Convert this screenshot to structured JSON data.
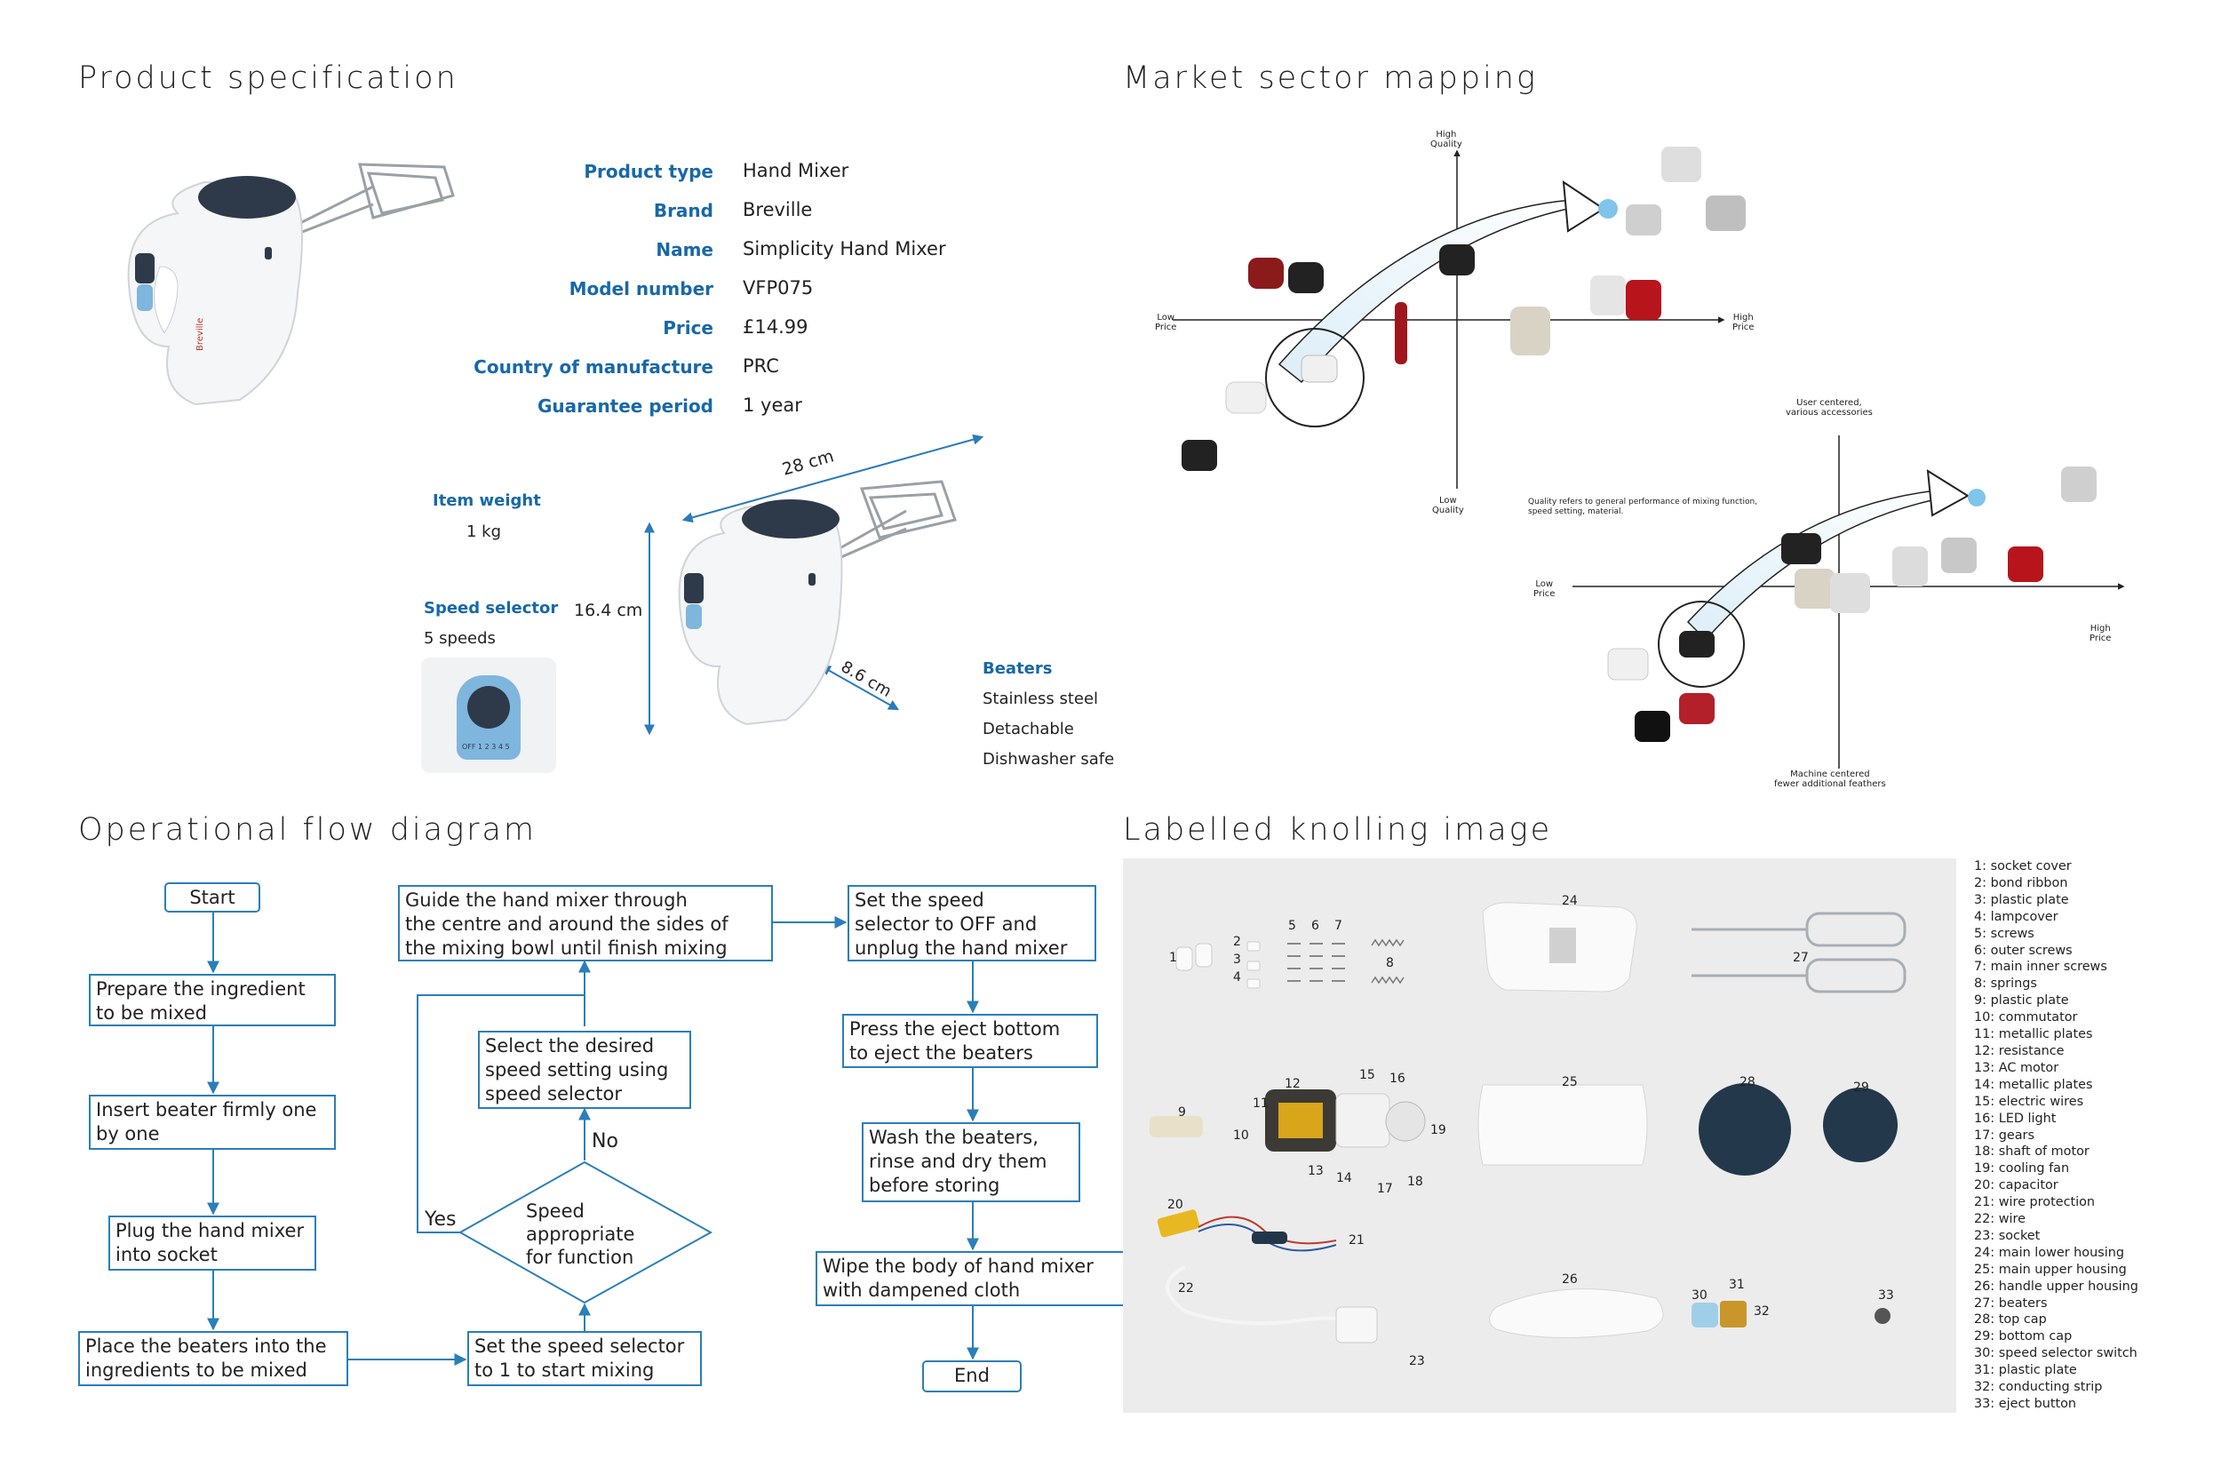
{
  "sections": {
    "product_spec": "Product specification",
    "market": "Market sector mapping",
    "flow": "Operational flow diagram",
    "knolling": "Labelled knolling image"
  },
  "spec": [
    {
      "label": "Product type",
      "value": "Hand Mixer"
    },
    {
      "label": "Brand",
      "value": "Breville"
    },
    {
      "label": "Name",
      "value": "Simplicity Hand Mixer"
    },
    {
      "label": "Model number",
      "value": "VFP075"
    },
    {
      "label": "Price",
      "value": "£14.99"
    },
    {
      "label": "Country of manufacture",
      "value": "PRC"
    },
    {
      "label": "Guarantee period",
      "value": "1 year"
    }
  ],
  "dimensions": {
    "length": "28 cm",
    "height": "16.4 cm",
    "depth": "8.6 cm"
  },
  "item_weight": {
    "label": "Item weight",
    "value": "1  kg"
  },
  "speed_selector": {
    "label": "Speed selector",
    "value": "5 speeds",
    "dial_text": "OFF 1 2 3 4 5"
  },
  "beaters": {
    "label": "Beaters",
    "items": [
      "Stainless steel",
      "Detachable",
      "Dishwasher safe"
    ]
  },
  "brand_mark": "Breville",
  "flow": {
    "start": "Start",
    "end": "End",
    "steps": [
      "Prepare the ingredient\nto be mixed",
      "Insert beater firmly one\n by one",
      "Plug the hand mixer\n into socket",
      "Place the beaters into the\n ingredients to be mixed",
      "Set the speed selector\n to 1 to start mixing",
      "Select the desired\nspeed setting using\nspeed selector",
      "Guide the hand mixer through\nthe centre and around the sides of\nthe mixing bowl until finish mixing",
      "Set the speed\nselector to OFF and\nunplug the hand mixer",
      "Press the eject bottom\n to eject the beaters",
      "Wash the beaters,\n rinse and dry them\nbefore storing",
      "Wipe the body of hand mixer\nwith dampened cloth"
    ],
    "decision": "Speed\nappropriate\nfor function",
    "yes": "Yes",
    "no": "No"
  },
  "market_map": {
    "top_axis": {
      "high": "High\nQuality",
      "low": "Low\nQuality",
      "left": "Low\nPrice",
      "right": "High\nPrice"
    },
    "bottom_axis": {
      "top": "User centered,\nvarious accessories",
      "bottom": "Machine centered\nfewer additional feathers",
      "left": "Low\nPrice",
      "right": "High\nPrice"
    },
    "note": "Quality refers to general performance of mixing function,\nspeed setting, material."
  },
  "knolling": {
    "numbers": [
      "1",
      "2",
      "3",
      "4",
      "5",
      "6",
      "7",
      "8",
      "9",
      "10",
      "11",
      "12",
      "13",
      "14",
      "15",
      "16",
      "17",
      "18",
      "19",
      "20",
      "21",
      "22",
      "23",
      "24",
      "25",
      "26",
      "27",
      "28",
      "29",
      "30",
      "31",
      "32",
      "33"
    ],
    "legend": [
      "1: socket cover",
      "2: bond ribbon",
      "3: plastic plate",
      "4: lampcover",
      "5: screws",
      "6: outer screws",
      "7: main inner screws",
      "8: springs",
      "9: plastic plate",
      "10: commutator",
      "11: metallic plates",
      "12: resistance",
      "13: AC motor",
      "14: metallic plates",
      "15: electric wires",
      "16: LED light",
      "17: gears",
      "18: shaft of motor",
      "19: cooling fan",
      "20: capacitor",
      "21: wire protection",
      "22: wire",
      "23: socket",
      "24: main lower housing",
      "25: main upper housing",
      "26: handle upper housing",
      "27: beaters",
      "28: top cap",
      "29: bottom cap",
      "30: speed selector switch",
      "31: plastic plate",
      "32: conducting strip",
      "33: eject button"
    ]
  },
  "colors": {
    "accent": "#1868a8",
    "flow_border": "#2a7fb8",
    "dimension": "#2b7bb9",
    "mixer_cap": "#2e3a4a"
  }
}
